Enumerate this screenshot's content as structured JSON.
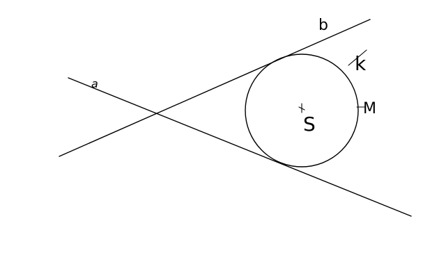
{
  "labels": {
    "line_a": "a",
    "line_b": "b",
    "point_M": "M",
    "center_S": "S",
    "circle_k": "k"
  },
  "colors": {
    "ink": "#000000",
    "background": "#ffffff"
  }
}
